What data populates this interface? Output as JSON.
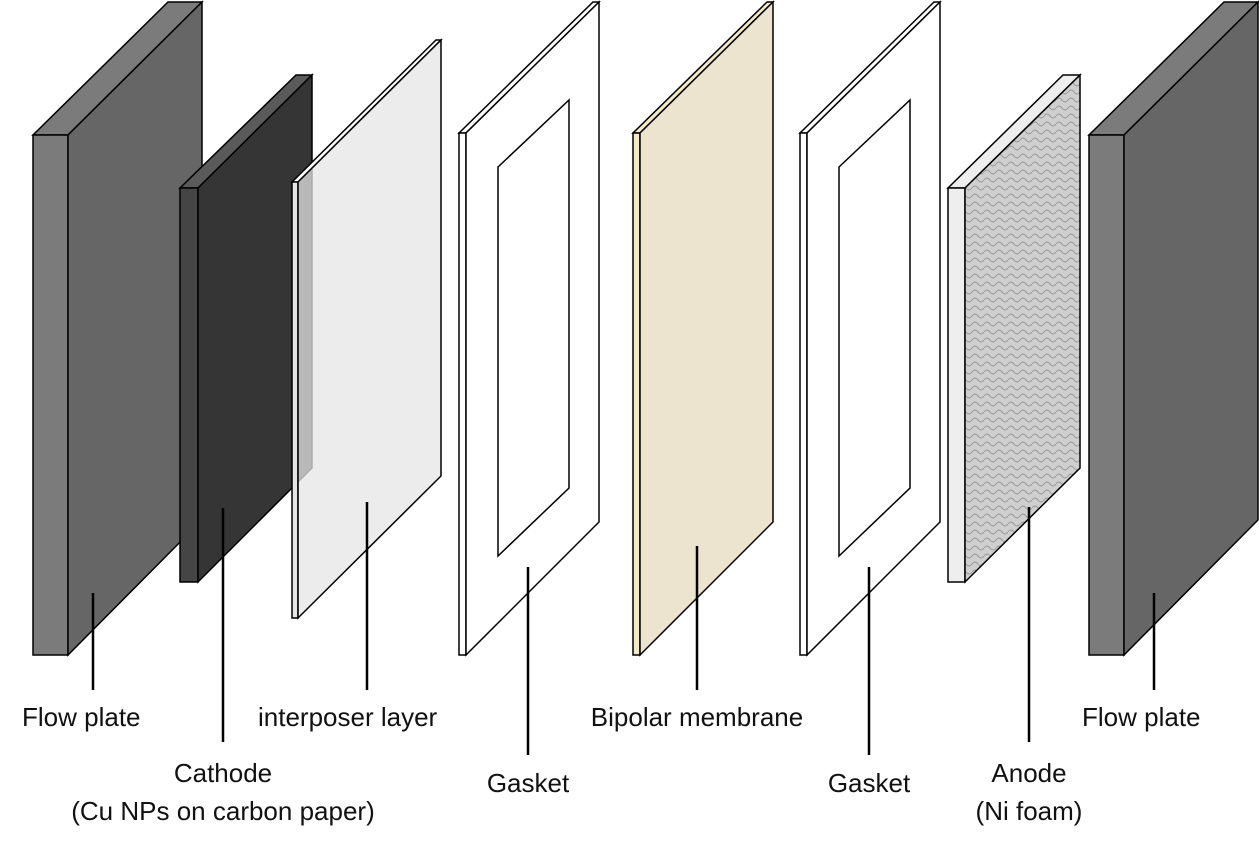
{
  "colors": {
    "flow_plate_side": "#7b7b7b",
    "flow_plate_front": "#666666",
    "cathode_side": "#454545",
    "cathode_top": "#5a5a5a",
    "cathode_front": "#353535",
    "interposer_front": "#e5e5e5",
    "membrane_front": "#ede4cf",
    "membrane_side": "#f3e9c8",
    "anode_front": "#c9c9c9",
    "anode_side": "#eeeeee",
    "outline": "#000000"
  },
  "layers": [
    {
      "id": "flow-plate-left",
      "label_lines": [
        "Flow plate"
      ]
    },
    {
      "id": "cathode",
      "label_lines": [
        "Cathode",
        "(Cu NPs on carbon paper)"
      ]
    },
    {
      "id": "interposer",
      "label_lines": [
        "interposer layer"
      ]
    },
    {
      "id": "gasket-left",
      "label_lines": [
        "Gasket"
      ]
    },
    {
      "id": "bipolar-membrane",
      "label_lines": [
        "Bipolar membrane"
      ]
    },
    {
      "id": "gasket-right",
      "label_lines": [
        "Gasket"
      ]
    },
    {
      "id": "anode",
      "label_lines": [
        "Anode",
        "(Ni foam)"
      ]
    },
    {
      "id": "flow-plate-right",
      "label_lines": [
        "Flow plate"
      ]
    }
  ]
}
